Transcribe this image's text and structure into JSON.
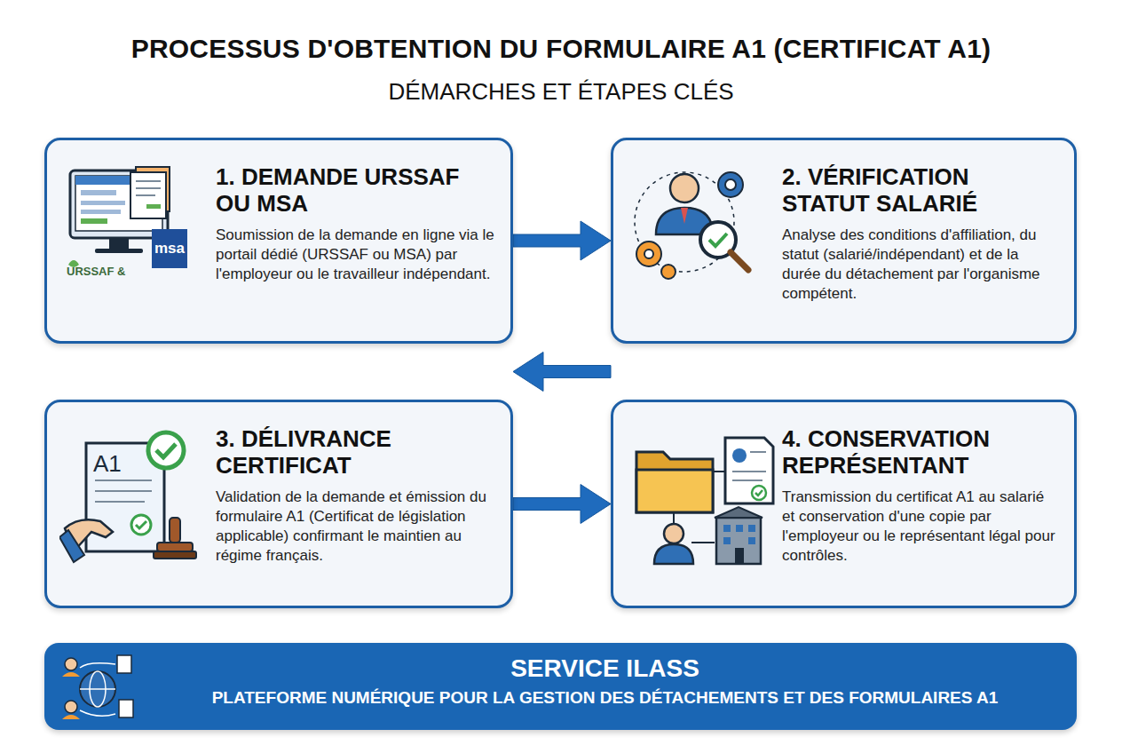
{
  "diagram": {
    "title": "PROCESSUS D'OBTENTION DU FORMULAIRE A1 (CERTIFICAT A1)",
    "nodes": [
      {
        "text": [
          "1. DEMANDE URSSAF OU MSA",
          "Soumission de la demande en ligne via le portail dédié (URSSAF ou MSA) par l'employeur ou le travailleur indépendant."
        ]
      },
      {
        "text": [
          "2. VÉRIFICATION STATUT SALARIÉ",
          "Analyse des conditions d'affiliation, du statut (salarié/indépendant) et de la durée du détachement par l'organisme compétent."
        ]
      },
      {
        "text": [
          "3. DÉLIVRANCE CERTIFICAT",
          "Validation de la demande et émission du formulaire A1 (Certificat de législation applicable) confirmant le maintien au régime français."
        ]
      },
      {
        "text": [
          "4. CONSERVATION REPRÉSENTANT",
          "Transmission du certificat A1 au salarié et conservation d'une copie par l'employeur ou le représentant légal pour contrôles."
        ]
      },
      {
        "text": [
          "SERVICE ILASS",
          "PLATEFORME NUMÉRIQUE POUR LA GESTION DES DÉTACHEMENTS ET DES FORMULAIRES A1"
        ]
      }
    ],
    "edges": [
      {
        "from": 0,
        "to": 1,
        "arrow": "to"
      },
      {
        "from": 1,
        "to": 2,
        "arrow": "to"
      },
      {
        "from": 2,
        "to": 3,
        "arrow": "to"
      }
    ],
    "labels": [
      "DÉMARCHES ET ÉTAPES CLÉS",
      "URSSAF &",
      "msa",
      "A1"
    ]
  }
}
